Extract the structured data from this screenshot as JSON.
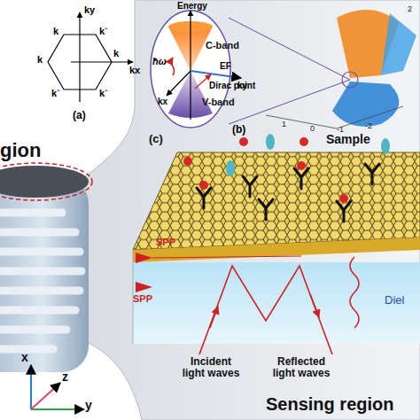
{
  "diagram": {
    "nodes": [
      {
        "text": [
          "gion"
        ]
      },
      {
        "text": [
          "Sensing region"
        ]
      },
      {
        "text": [
          "Diel"
        ],
        "in": 1
      },
      {
        "text": [
          "C-band",
          "V-band"
        ]
      }
    ],
    "labels": [
      "ky",
      "k",
      "k",
      "k`",
      "k`",
      "k",
      "k`",
      "kx",
      "(a)",
      "Energy",
      "ħω",
      "EF",
      "ky",
      "kx",
      "Dirac point",
      "(b)",
      "2",
      "1",
      "0",
      "-1",
      "-2",
      "Sample",
      "(c)",
      "SPP",
      "SPP",
      "Incident light waves",
      "Reflected light waves",
      "x",
      "z",
      "y"
    ]
  }
}
